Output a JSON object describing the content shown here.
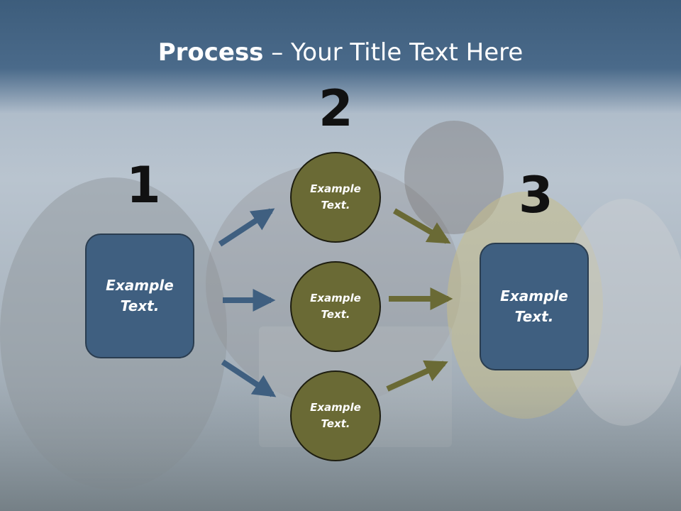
{
  "title": {
    "bold": "Process",
    "rest": " – Your Title Text Here"
  },
  "steps": {
    "one": "1",
    "two": "2",
    "three": "3"
  },
  "boxes": {
    "left": "Example Text.",
    "right": "Example Text."
  },
  "circles": {
    "top": "Example Text.",
    "middle": "Example Text.",
    "bottom": "Example Text."
  },
  "colors": {
    "box": "#3f5f80",
    "circle": "#6a6a35",
    "arrow_blue": "#3f5f80",
    "arrow_olive": "#6a6a35"
  }
}
